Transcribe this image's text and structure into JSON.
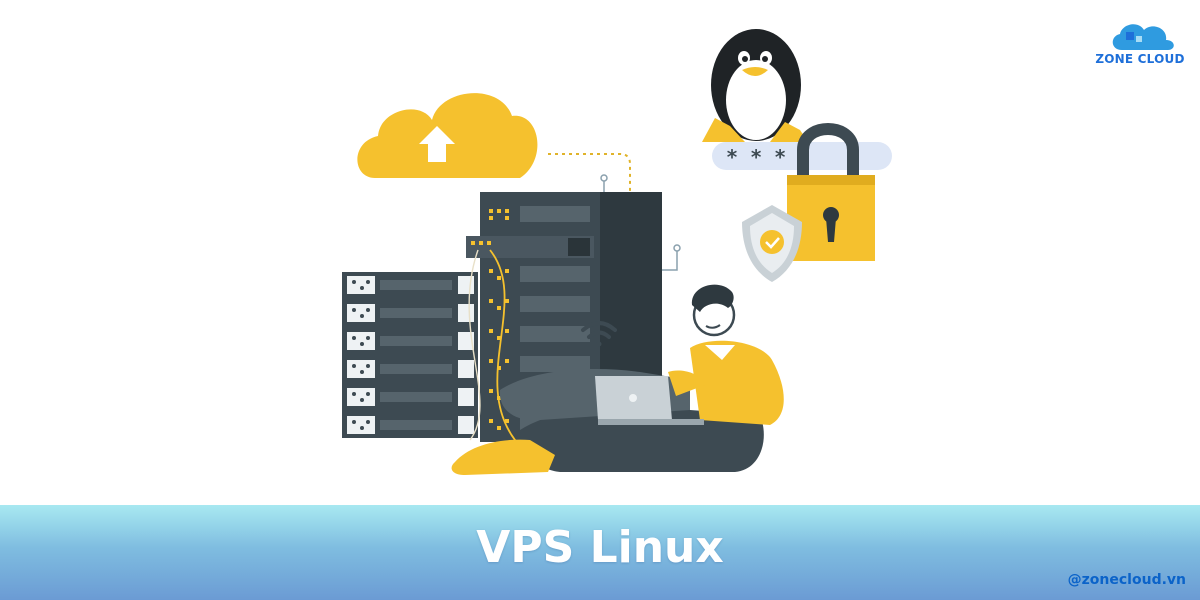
{
  "logo": {
    "text": "ZONE CLOUD"
  },
  "banner": {
    "title": "VPS Linux",
    "handle": "@zonecloud.vn"
  },
  "illustration": {
    "password_mask": "* * * *",
    "icons": [
      "cloud-upload-icon",
      "linux-tux-icon",
      "padlock-icon",
      "shield-check-icon",
      "wifi-icon",
      "laptop-icon",
      "server-rack-icon"
    ]
  },
  "colors": {
    "accent": "#f5c12e",
    "server": "#3d4a52",
    "banner_top": "#a8e9f1",
    "banner_bottom": "#6b9bd4",
    "brand": "#1e6fd9"
  }
}
